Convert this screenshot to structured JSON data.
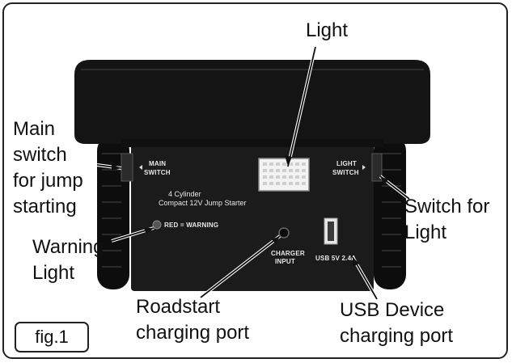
{
  "figure_label": "fig.1",
  "callouts": {
    "light": "Light",
    "main_switch": "Main\nswitch\nfor jump\nstarting",
    "switch_for_light": "Switch for\nLight",
    "warning_light": "Warning\nLight",
    "roadstart_port": "Roadstart\ncharging port",
    "usb_port": "USB Device\ncharging port"
  },
  "panel_labels": {
    "main_switch_1": "MAIN",
    "main_switch_2": "SWITCH",
    "light_switch_1": "LIGHT",
    "light_switch_2": "SWITCH",
    "model_1": "4 Cylinder",
    "model_2": "Compact 12V Jump Starter",
    "warning": "RED = WARNING",
    "charger_1": "CHARGER",
    "charger_2": "INPUT",
    "usb": "USB 5V 2.4A"
  },
  "colors": {
    "device_body": "#151515",
    "panel": "#1d1d1d",
    "led_white": "#f2f2f2",
    "frame": "#222222"
  }
}
